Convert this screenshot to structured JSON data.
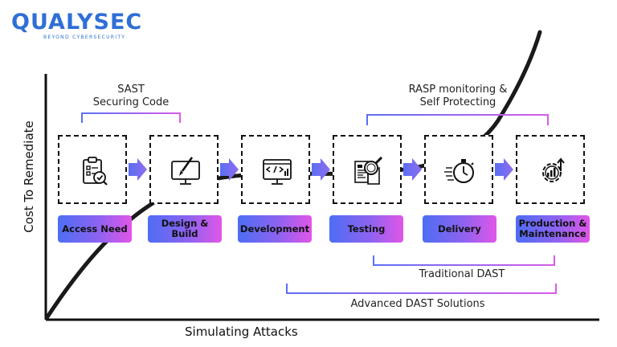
{
  "brand": {
    "logo_text": "QUALYSEC",
    "tagline": "BEYOND CYBERSECURITY",
    "color": "#2f6fd6"
  },
  "axes": {
    "y_label": "Cost To Remediate",
    "x_label": "Simulating Attacks"
  },
  "annotations": {
    "sast": {
      "line1": "SAST",
      "line2": "Securing Code"
    },
    "rasp": {
      "line1": "RASP monitoring &",
      "line2": "Self Protecting"
    },
    "traditional_dast": "Traditional DAST",
    "advanced_dast": "Advanced DAST Solutions"
  },
  "stages": [
    {
      "label": "Access Need",
      "icon": "clipboard-check-icon"
    },
    {
      "label": "Design & Build",
      "icon": "monitor-paintbrush-icon"
    },
    {
      "label": "Development",
      "icon": "code-monitor-icon"
    },
    {
      "label": "Testing",
      "icon": "magnifier-documents-icon"
    },
    {
      "label": "Delivery",
      "icon": "stopwatch-icon"
    },
    {
      "label": "Production & Maintenance",
      "icon": "gear-growth-chart-icon"
    }
  ],
  "colors": {
    "bracket_start": "#5b6ff5",
    "bracket_end": "#d65ce6",
    "arrow": "#6f6cf0",
    "curve": "#1a1a1a"
  }
}
